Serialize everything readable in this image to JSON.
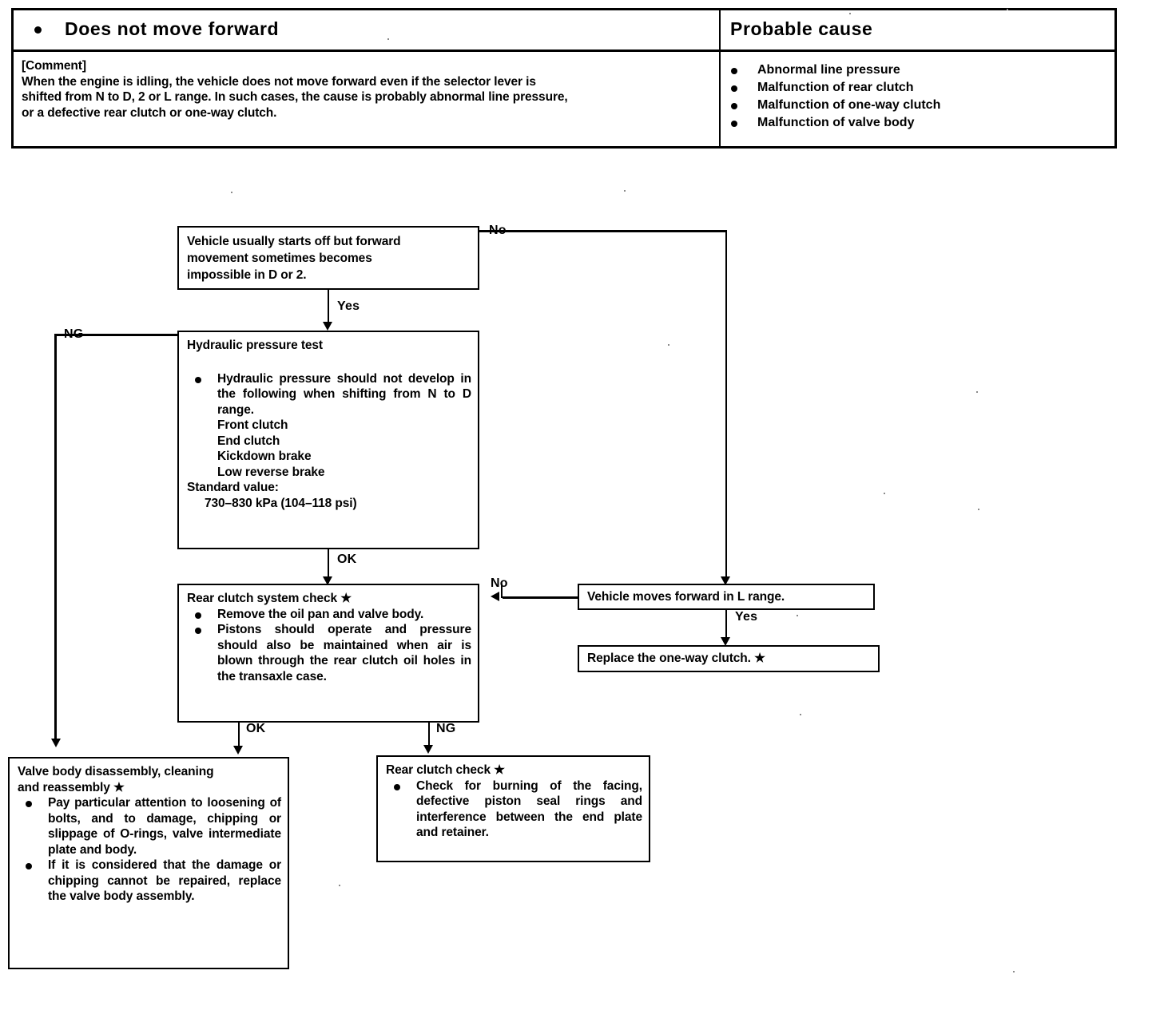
{
  "symptom_table": {
    "header": {
      "symptom": "Does not move forward",
      "cause_header": "Probable cause"
    },
    "comment_label": "[Comment]",
    "comment_lines": [
      "When the engine is idling, the vehicle does not move forward even if the selector lever is",
      "shifted from N to D, 2 or L range.  In such cases, the cause is probably abnormal line pressure,",
      "or a defective rear clutch or one-way clutch."
    ],
    "causes": [
      "Abnormal line pressure",
      "Malfunction of rear clutch",
      "Malfunction of one-way clutch",
      "Malfunction of valve body"
    ]
  },
  "flowchart": {
    "boxes": {
      "start": {
        "lines": [
          "Vehicle usually starts off but forward",
          "movement sometimes becomes",
          "impossible in D or 2."
        ]
      },
      "hydraulic_test": {
        "title": "Hydraulic pressure test",
        "bullet": "Hydraulic pressure should not develop in the following when shifting from N to D range.",
        "sub_items": [
          "Front clutch",
          "End clutch",
          "Kickdown brake",
          "Low reverse brake"
        ],
        "standard_label": "Standard value:",
        "standard_value": "730–830 kPa (104–118 psi)"
      },
      "rear_clutch_system_check": {
        "title": "Rear clutch system check ★",
        "bullets": [
          "Remove the oil pan and valve body.",
          "Pistons should operate and pressure should also be maintained when air is blown through the rear clutch oil holes in the transaxle case."
        ]
      },
      "moves_forward_l": {
        "text": "Vehicle moves forward in L range."
      },
      "replace_one_way_clutch": {
        "text": "Replace the one-way clutch. ★"
      },
      "valve_body": {
        "title_lines": [
          "Valve body disassembly, cleaning",
          "and reassembly ★"
        ],
        "bullets": [
          "Pay particular attention to loosening of bolts, and to damage, chipping or slippage of O-rings, valve intermediate plate and body.",
          "If it is considered that the damage or chipping cannot be repaired, replace the valve body assembly."
        ]
      },
      "rear_clutch_check": {
        "title": "Rear clutch check ★",
        "bullets": [
          "Check for burning of the facing, defective piston seal rings and interference between the end plate and retainer."
        ]
      }
    },
    "connectors": {
      "start_no": "No",
      "start_yes": "Yes",
      "hydraulic_ng": "NG",
      "hydraulic_ok": "OK",
      "l_range_no": "No",
      "l_range_yes": "Yes",
      "system_check_ok": "OK",
      "system_check_ng": "NG"
    }
  },
  "colors": {
    "ink": "#000000",
    "paper": "#ffffff"
  }
}
